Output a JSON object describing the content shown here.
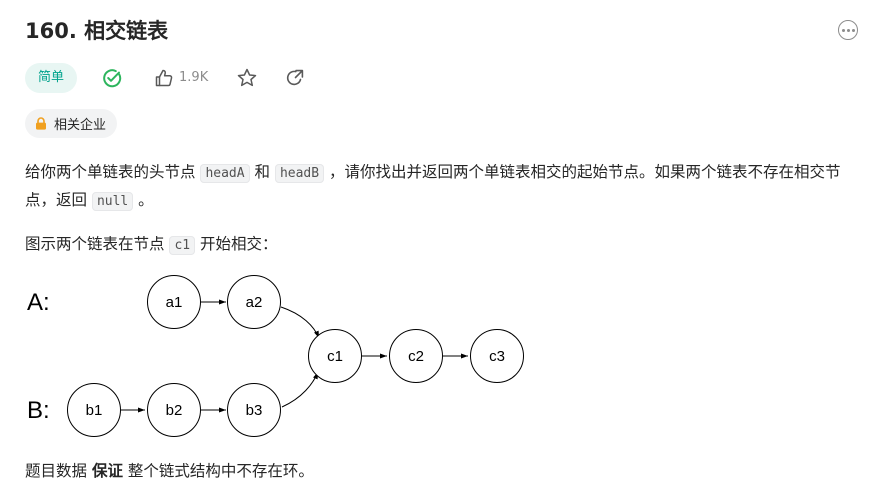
{
  "header": {
    "title": "160. 相交链表"
  },
  "meta": {
    "difficulty": "简单",
    "likes": "1.9K"
  },
  "tags": {
    "label": "相关企业"
  },
  "description": {
    "p1_a": "给你两个单链表的头节点 ",
    "p1_code1": "headA",
    "p1_b": " 和 ",
    "p1_code2": "headB",
    "p1_c": " ，请你找出并返回两个单链表相交的起始节点。如果两个链表不存在相交节点，返回 ",
    "p1_code3": "null",
    "p1_d": " 。",
    "p2_a": "图示两个链表在节点 ",
    "p2_code": "c1",
    "p2_b": " 开始相交：",
    "p3_a": "题目数据 ",
    "p3_bold": "保证",
    "p3_b": " 整个链式结构中不存在环。"
  },
  "diagram": {
    "label_a": "A:",
    "label_b": "B:",
    "nodes": {
      "a1": "a1",
      "a2": "a2",
      "b1": "b1",
      "b2": "b2",
      "b3": "b3",
      "c1": "c1",
      "c2": "c2",
      "c3": "c3"
    }
  },
  "colors": {
    "accent_green": "#00a38c",
    "check_green": "#2db55d",
    "text": "#262626",
    "muted": "#8c8c8c"
  },
  "icons": [
    "more-icon",
    "solved-check-icon",
    "thumbs-up-icon",
    "star-icon",
    "share-icon",
    "lock-icon"
  ]
}
